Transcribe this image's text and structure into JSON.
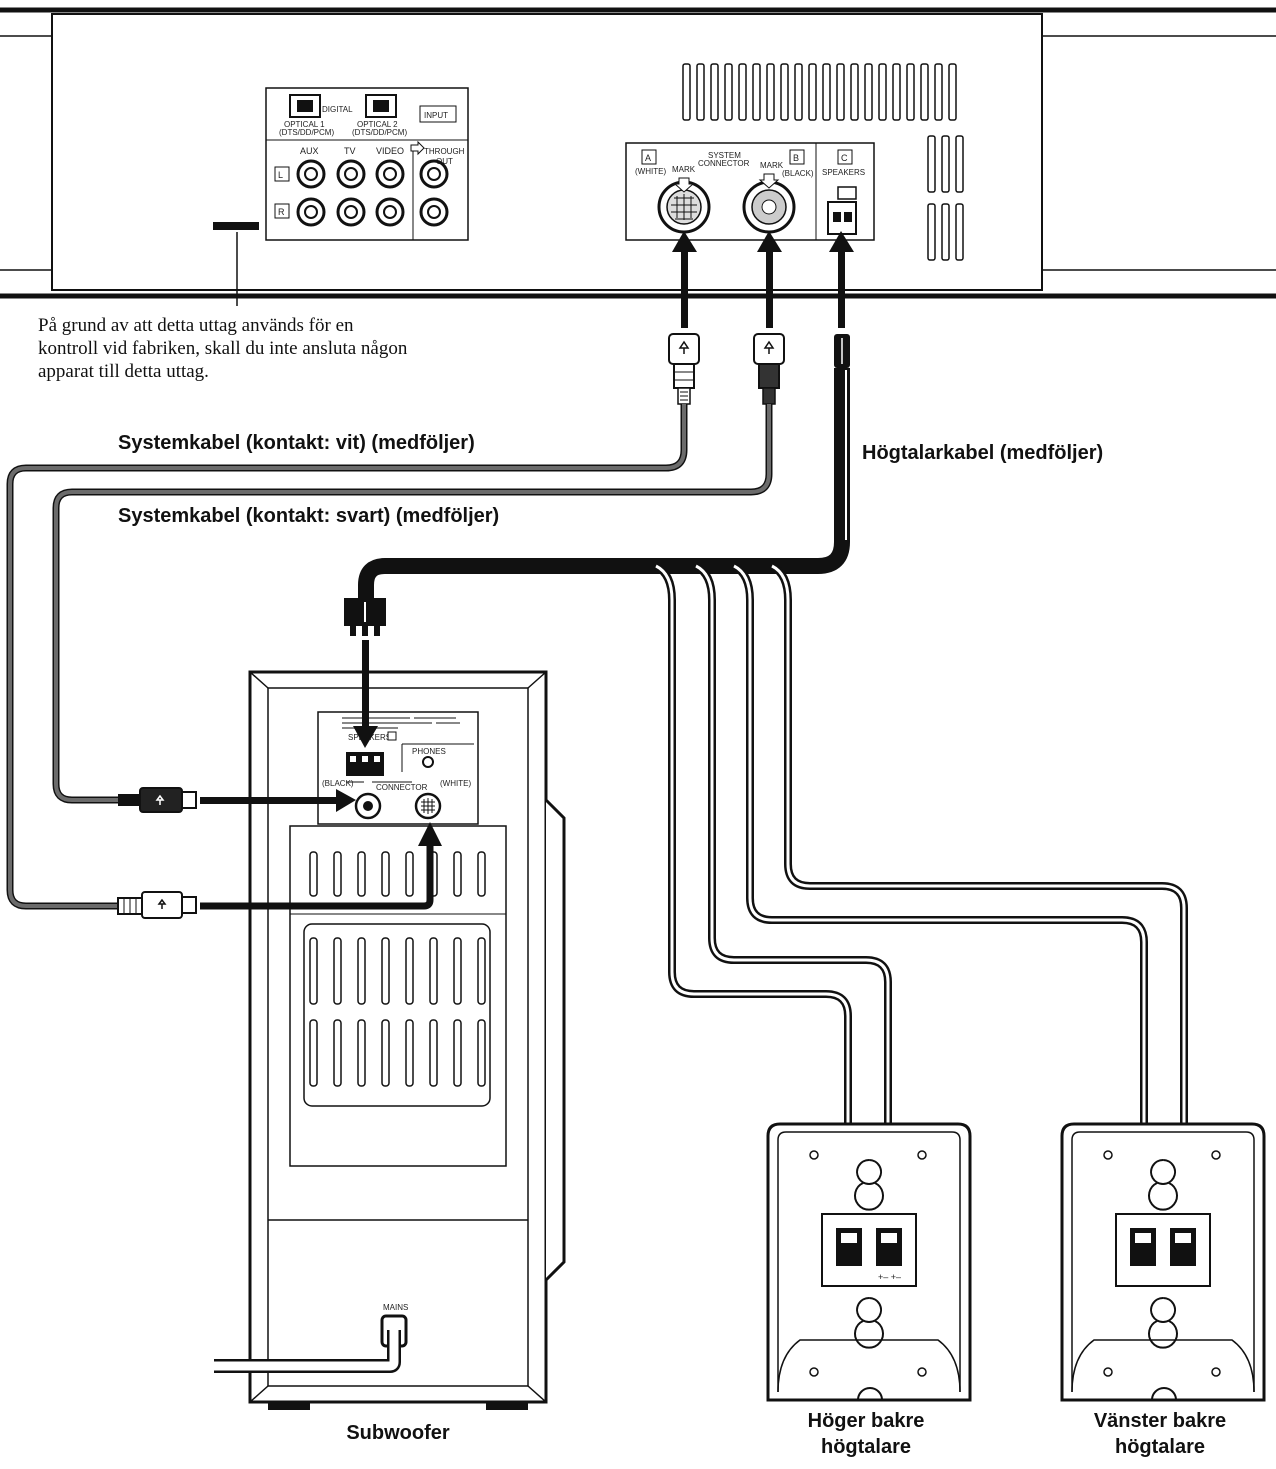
{
  "colors": {
    "line": "#111111",
    "cable_grey": "#6b6b6b",
    "background": "#ffffff"
  },
  "main_unit": {
    "digital_label": "DIGITAL",
    "optical1": "OPTICAL 1",
    "optical1_sub": "(DTS/DD/PCM)",
    "optical2": "OPTICAL 2",
    "optical2_sub": "(DTS/DD/PCM)",
    "input_label": "INPUT",
    "aux": "AUX",
    "tv": "TV",
    "video": "VIDEO",
    "through": "THROUGH",
    "out": "OUT",
    "left": "L",
    "right": "R",
    "sys_a": "A",
    "sys_a_sub": "(WHITE)",
    "mark1": "MARK",
    "system_connector_1": "SYSTEM",
    "system_connector_2": "CONNECTOR",
    "mark2": "MARK",
    "sys_b": "B",
    "sys_b_sub": "(BLACK)",
    "sys_c": "C",
    "speakers": "SPEAKERS"
  },
  "factory_note": "På grund av att detta uttag används för en kontroll vid fabriken, skall du inte ansluta någon apparat till detta uttag.",
  "cables": {
    "system_white": "Systemkabel (kontakt: vit) (medföljer)",
    "system_black": "Systemkabel (kontakt: svart) (medföljer)",
    "speaker": "Högtalarkabel (medföljer)"
  },
  "subwoofer": {
    "label": "Subwoofer",
    "speakers": "SPEAKERS",
    "phones": "PHONES",
    "black": "(BLACK)",
    "white": "(WHITE)",
    "connector": "CONNECTOR",
    "mains": "MAINS"
  },
  "speakers": {
    "right_rear": "Höger bakre högtalare",
    "left_rear": "Vänster bakre högtalare"
  }
}
